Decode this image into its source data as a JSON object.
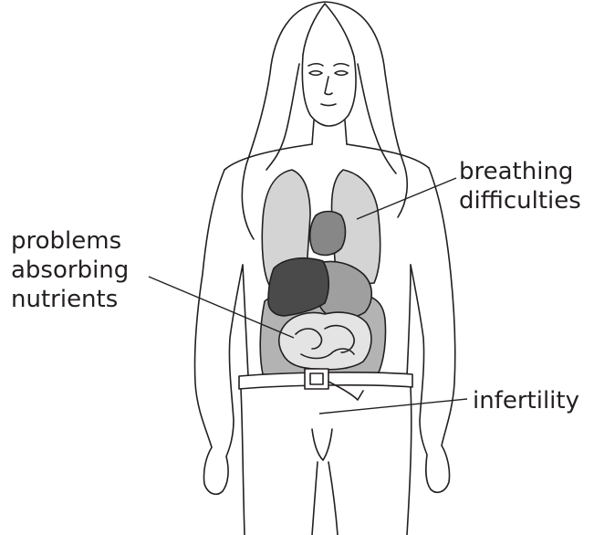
{
  "labels": {
    "breathing": [
      "breathing",
      "difficulties"
    ],
    "absorbing": [
      "problems",
      "absorbing",
      "nutrients"
    ],
    "infertility": [
      "infertility"
    ]
  },
  "colors": {
    "outline": "#231f20",
    "lungs": "#d4d4d4",
    "heart": "#878787",
    "liver": "#4a4a4a",
    "stomach": "#9f9f9f",
    "intestine_bg": "#b3b3b3",
    "intestines": "#e4e4e4",
    "skin": "#ffffff"
  }
}
